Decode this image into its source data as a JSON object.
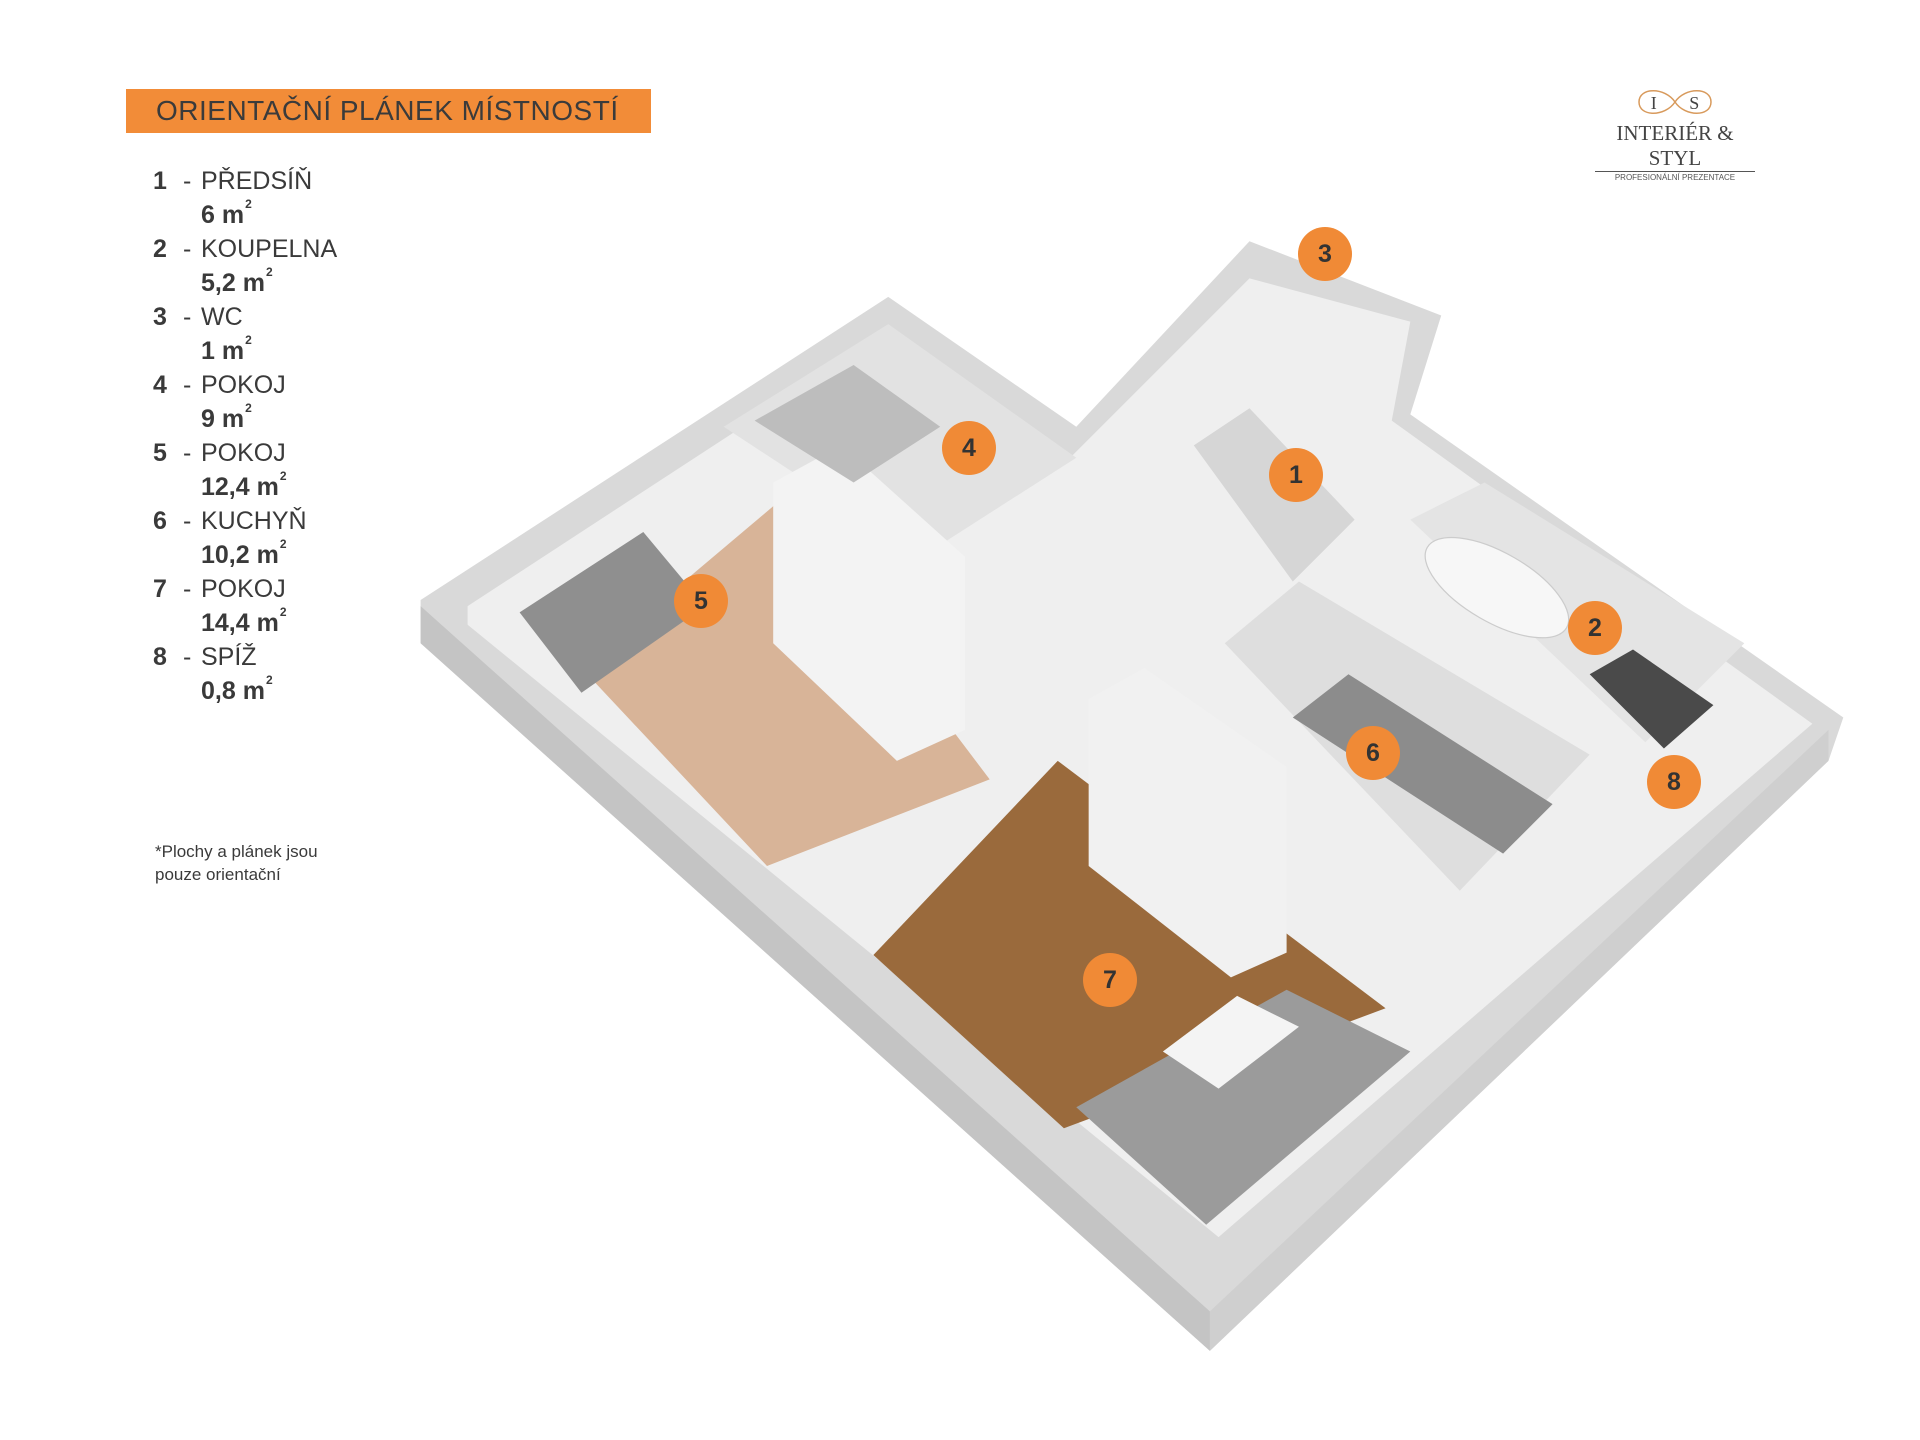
{
  "title": "ORIENTAČNÍ PLÁNEK MÍSTNOSTÍ",
  "logo": {
    "monogram": "I S",
    "brand": "INTERIÉR & STYL",
    "tagline": "PROFESIONÁLNÍ PREZENTACE"
  },
  "rooms": [
    {
      "number": "1",
      "name": "PŘEDSÍŇ",
      "area": "6 m",
      "unit_sup": "2"
    },
    {
      "number": "2",
      "name": "KOUPELNA",
      "area": "5,2 m",
      "unit_sup": "2"
    },
    {
      "number": "3",
      "name": "WC",
      "area": "1 m",
      "unit_sup": "2"
    },
    {
      "number": "4",
      "name": "POKOJ",
      "area": "9 m",
      "unit_sup": "2"
    },
    {
      "number": "5",
      "name": "POKOJ",
      "area": "12,4 m",
      "unit_sup": "2"
    },
    {
      "number": "6",
      "name": "KUCHYŇ",
      "area": "10,2 m",
      "unit_sup": "2"
    },
    {
      "number": "7",
      "name": "POKOJ",
      "area": "14,4 m",
      "unit_sup": "2"
    },
    {
      "number": "8",
      "name": "SPÍŽ",
      "area": "0,8 m",
      "unit_sup": "2"
    }
  ],
  "dash": "-",
  "note": {
    "line1": "*Plochy  a plánek jsou",
    "line2": "pouze orientační"
  },
  "colors": {
    "accent": "#f08a36",
    "wall": "#e6e6e6",
    "wood_dark": "#9a6a3c",
    "wood_light": "#d8b498"
  }
}
